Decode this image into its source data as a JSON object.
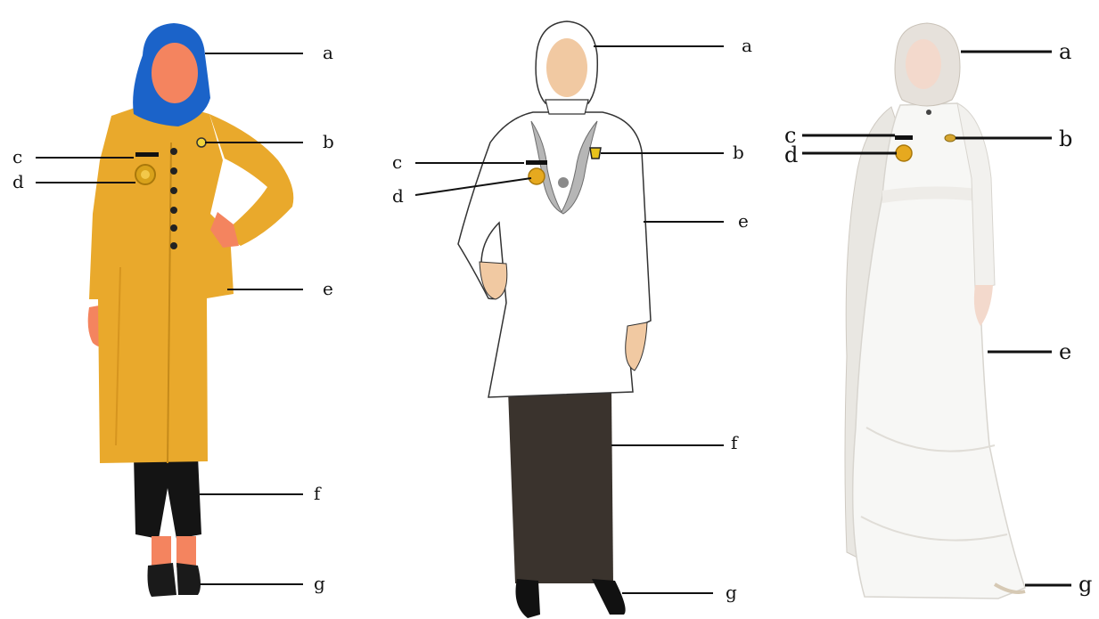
{
  "figures": [
    {
      "id": "figure-1",
      "style": "yellow coat with blue hijab",
      "colors": {
        "hijab": "#1b63c9",
        "coat": "#e9a92c",
        "trousers": "#141414",
        "skin": "#f4845f",
        "shoes": "#1a1a1a"
      },
      "labels": {
        "a": "a",
        "b": "b",
        "c": "c",
        "d": "d",
        "e": "e",
        "f": "f",
        "g": "g"
      }
    },
    {
      "id": "figure-2",
      "style": "white embroidered tunic with dark skirt",
      "colors": {
        "hijab": "#ffffff",
        "tunic": "#ffffff",
        "skirt": "#3a332d",
        "skin": "#f1c9a2",
        "embroidery": "#8a8a8a"
      },
      "labels": {
        "a": "a",
        "b": "b",
        "c": "c",
        "d": "d",
        "e": "e",
        "f": "f",
        "g": "g"
      }
    },
    {
      "id": "figure-3",
      "style": "white long gown",
      "colors": {
        "hijab": "#e6e1db",
        "gown": "#f7f7f5",
        "skin": "#f3d9cc"
      },
      "labels": {
        "a": "a",
        "b": "b",
        "c": "c",
        "d": "d",
        "e": "e",
        "g": "g"
      }
    }
  ]
}
